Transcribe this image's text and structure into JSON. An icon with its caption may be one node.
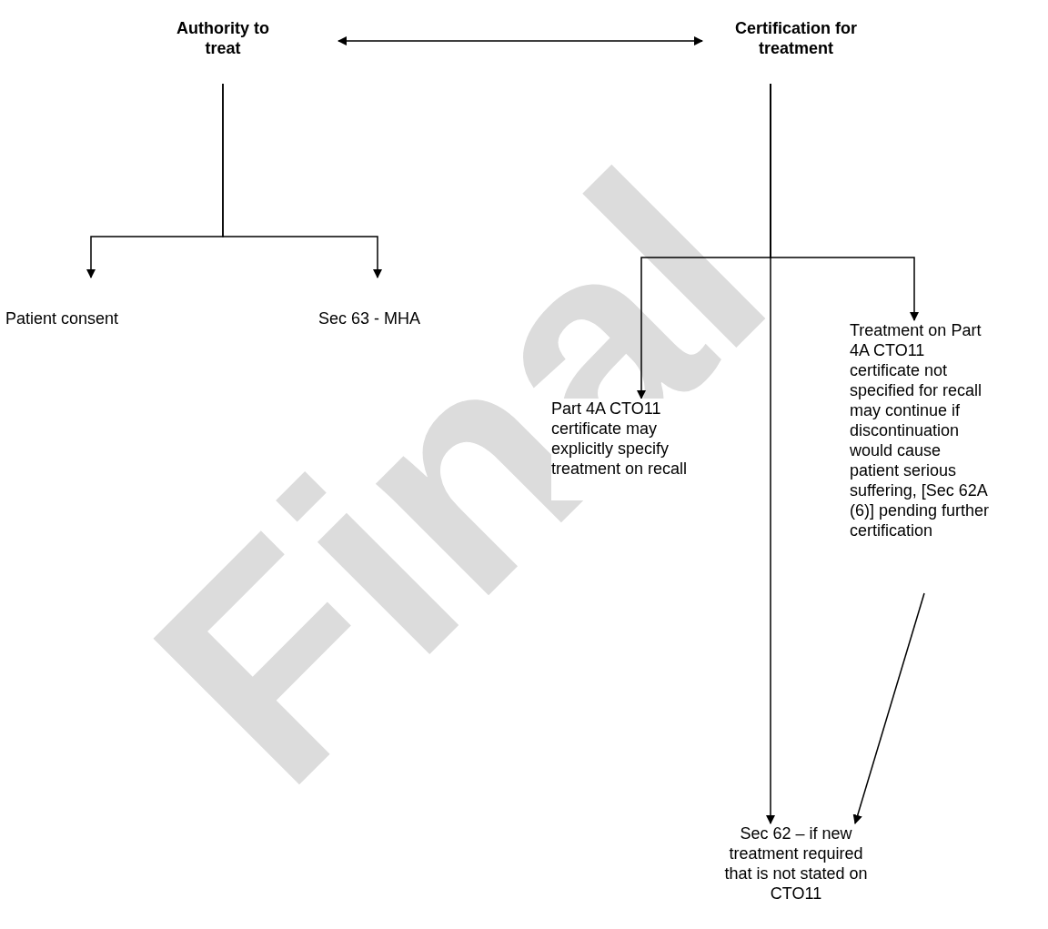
{
  "diagram": {
    "nodes": [
      {
        "text": [
          "Authority to treat"
        ]
      },
      {
        "text": [
          "Certification for treatment"
        ]
      },
      {
        "text": [
          "Patient consent"
        ]
      },
      {
        "text": [
          "Sec 63 - MHA"
        ]
      },
      {
        "text": [
          "Part 4A CTO11 certificate may explicitly specify treatment on recall"
        ]
      },
      {
        "text": [
          "Treatment  on Part 4A CTO11 certificate not specified for recall may continue if discontinuation would cause patient serious suffering, [Sec 62A (6)] pending further certification"
        ]
      },
      {
        "text": [
          "Sec 62 – if new treatment required that is not stated on CTO11"
        ]
      }
    ],
    "edges": [
      {
        "from": 0,
        "to": 1,
        "arrow": "both"
      },
      {
        "from": 0,
        "to": 2,
        "arrow": "to"
      },
      {
        "from": 0,
        "to": 3,
        "arrow": "to"
      },
      {
        "from": 1,
        "to": 4,
        "arrow": "to"
      },
      {
        "from": 1,
        "to": 5,
        "arrow": "to"
      },
      {
        "from": 1,
        "to": 6,
        "arrow": "to"
      },
      {
        "from": 5,
        "to": 6,
        "arrow": "to"
      }
    ],
    "labels": [
      "Final"
    ]
  }
}
